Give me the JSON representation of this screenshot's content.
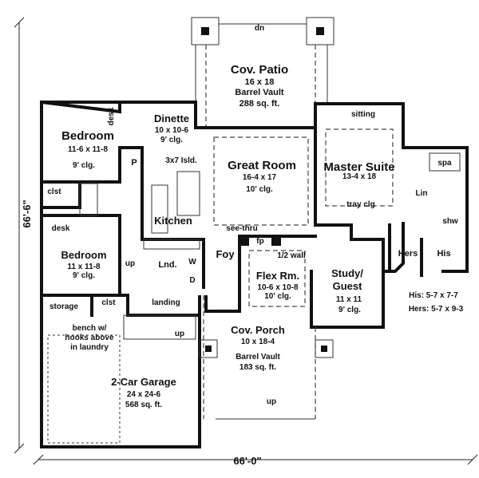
{
  "dimensions": {
    "depth": "66'-6\"",
    "width": "66'-0\""
  },
  "rooms": {
    "patio": {
      "name": "Cov. Patio",
      "size": "16 x 18",
      "note": "Barrel Vault",
      "area": "288 sq. ft.",
      "stairs": "dn"
    },
    "bedroom1": {
      "name": "Bedroom",
      "size": "11-6 x 11-8",
      "ceiling": "9' clg.",
      "desk": "desk"
    },
    "dinette": {
      "name": "Dinette",
      "size": "10 x 10-6",
      "ceiling": "9' clg."
    },
    "pantry": {
      "name": "P"
    },
    "island": {
      "name": "3x7 Isld."
    },
    "great_room": {
      "name": "Great Room",
      "size": "16-4 x 17",
      "ceiling": "10' clg."
    },
    "master": {
      "name": "Master Suite",
      "size": "13-4 x 18",
      "ceiling": "tray clg",
      "sitting": "sitting"
    },
    "bath": {
      "spa": "spa",
      "linen": "Lin",
      "shower": "shw"
    },
    "closet1": {
      "name": "clst",
      "desk": "desk"
    },
    "kitchen": {
      "name": "Kitchen"
    },
    "fireplace": {
      "note": "see-thru",
      "name": "fp"
    },
    "flex": {
      "name": "Flex Rm.",
      "size": "10-6 x 10-8",
      "ceiling": "10' clg.",
      "wall": "1/2 wall"
    },
    "bedroom2": {
      "name": "Bedroom",
      "size": "11 x 11-8",
      "ceiling": "9' clg."
    },
    "stairs": {
      "up1": "up",
      "up2": "up",
      "landing": "landing"
    },
    "laundry": {
      "name": "Lnd.",
      "washer": "W",
      "dryer": "D"
    },
    "foyer": {
      "name": "Foy"
    },
    "study": {
      "line1": "Study/",
      "line2": "Guest",
      "size": "11 x 11",
      "ceiling": "9' clg."
    },
    "closets": {
      "hers": "Hers",
      "his": "His",
      "his_size": "His: 5-7 x 7-7",
      "hers_size": "Hers: 5-7 x 9-3"
    },
    "storage": {
      "name": "storage",
      "closet": "clst"
    },
    "bench": {
      "line1": "bench w/",
      "line2": "hooks above",
      "line3": "in laundry"
    },
    "porch": {
      "name": "Cov. Porch",
      "size": "10 x 18-4",
      "note": "Barrel Vault",
      "area": "183 sq. ft.",
      "stairs": "up"
    },
    "garage": {
      "name": "2-Car Garage",
      "size": "24 x 24-6",
      "area": "568 sq. ft."
    }
  }
}
